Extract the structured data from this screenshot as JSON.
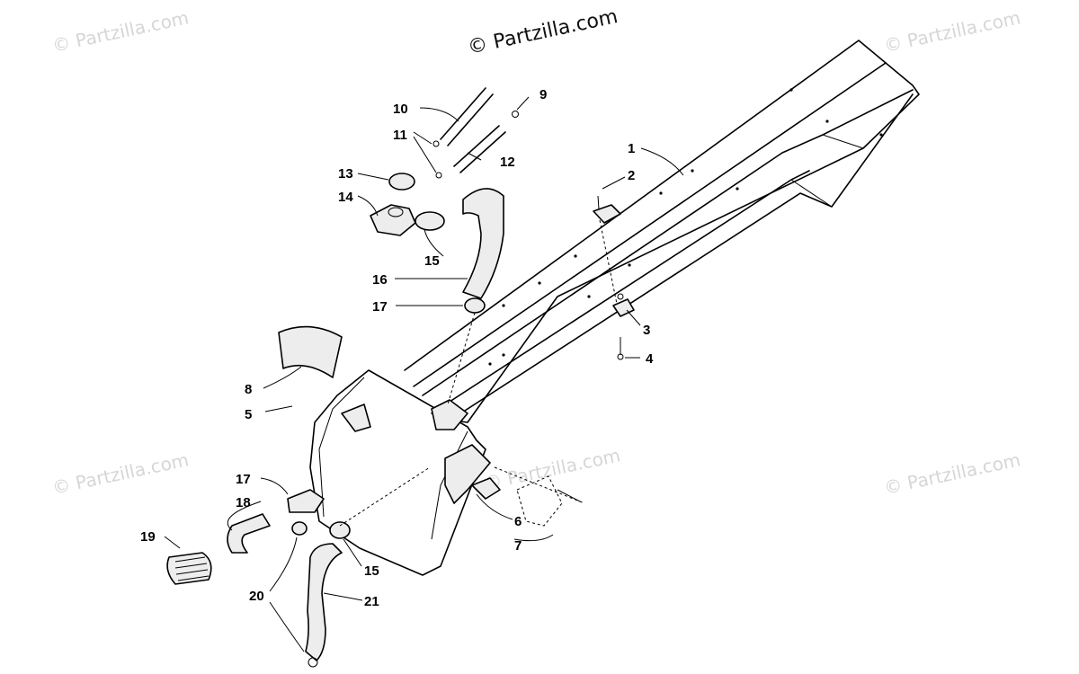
{
  "watermarks": {
    "main": "© Partzilla.com",
    "faint": "© Partzilla.com"
  },
  "callouts": {
    "c1": "1",
    "c2": "2",
    "c3": "3",
    "c4": "4",
    "c5": "5",
    "c6": "6",
    "c7": "7",
    "c8": "8",
    "c9": "9",
    "c10": "10",
    "c11": "11",
    "c12": "12",
    "c13": "13",
    "c14": "14",
    "c15a": "15",
    "c15b": "15",
    "c16": "16",
    "c17a": "17",
    "c17b": "17",
    "c18": "18",
    "c19": "19",
    "c20": "20",
    "c21": "21"
  }
}
